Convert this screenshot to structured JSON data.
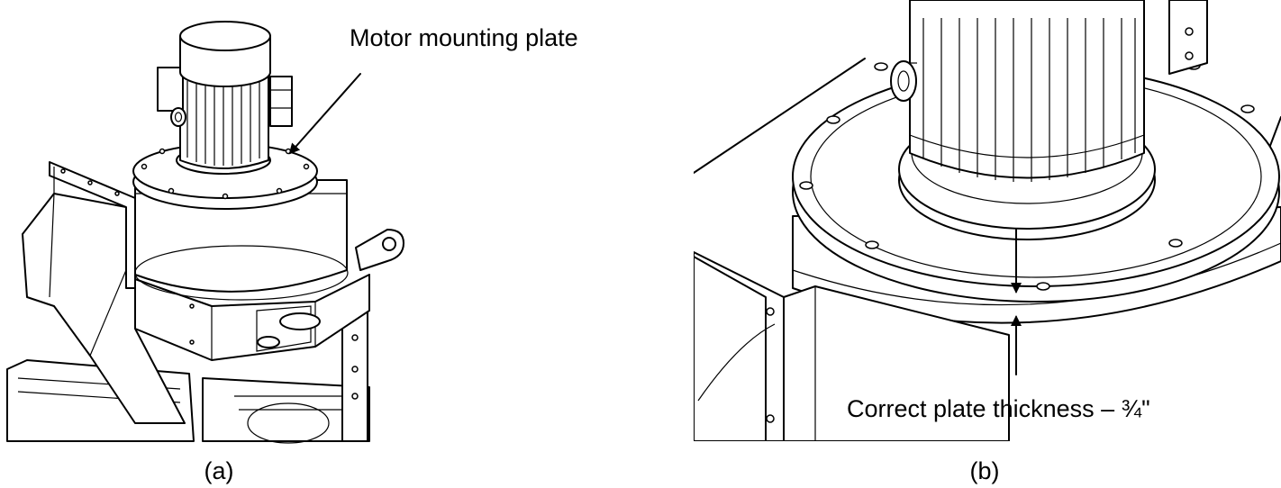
{
  "panels": [
    {
      "caption": "(a)",
      "annotation": "Motor mounting plate"
    },
    {
      "caption": "(b)",
      "annotation": "Correct plate thickness – ¾\""
    }
  ]
}
